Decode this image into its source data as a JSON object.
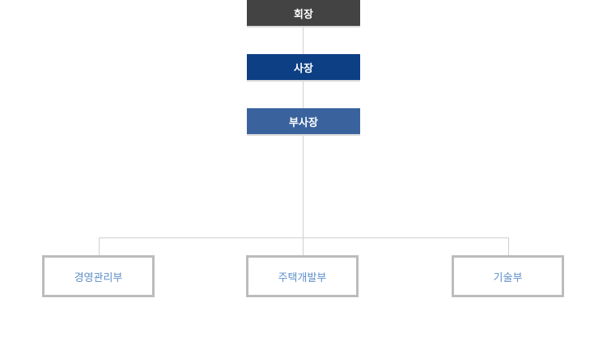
{
  "org_chart": {
    "executives": [
      {
        "title": "회장"
      },
      {
        "title": "사장"
      },
      {
        "title": "부사장"
      }
    ],
    "departments": [
      {
        "name": "경영관리부"
      },
      {
        "name": "주택개발부"
      },
      {
        "name": "기술부"
      }
    ]
  },
  "colors": {
    "chairman_bg": "#434343",
    "president_bg": "#0c3f84",
    "vice_president_bg": "#3a639e",
    "department_text": "#5d8fc9",
    "department_border": "#bcbcbc",
    "connector": "#cfcfcf"
  }
}
